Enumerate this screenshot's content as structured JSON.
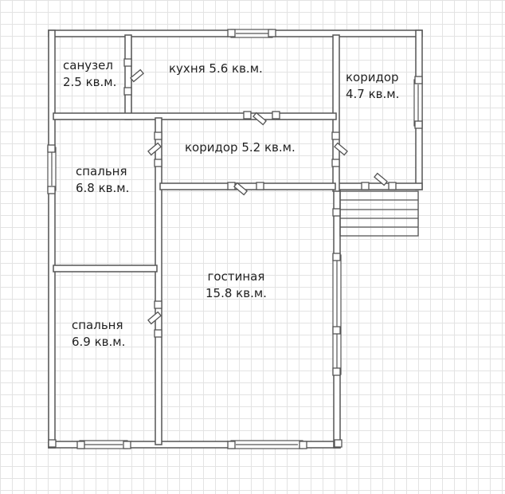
{
  "plan": {
    "rooms": [
      {
        "id": "bathroom",
        "name": "санузел",
        "area": "2.5 кв.м."
      },
      {
        "id": "kitchen",
        "name": "кухня",
        "area": "5.6 кв.м.",
        "inline": "кухня 5.6 кв.м."
      },
      {
        "id": "corridor-right",
        "name": "коридор",
        "area": "4.7 кв.м."
      },
      {
        "id": "corridor-center",
        "name": "коридор",
        "area": "5.2 кв.м.",
        "inline": "коридор 5.2 кв.м."
      },
      {
        "id": "bedroom-top",
        "name": "спальня",
        "area": "6.8 кв.м."
      },
      {
        "id": "living-room",
        "name": "гостиная",
        "area": "15.8 кв.м."
      },
      {
        "id": "bedroom-bottom",
        "name": "спальня",
        "area": "6.9 кв.м."
      }
    ],
    "colors": {
      "wall": "#555555",
      "wall_fill": "#ffffff",
      "grid": "#e3e3e3",
      "text": "#222222"
    }
  }
}
